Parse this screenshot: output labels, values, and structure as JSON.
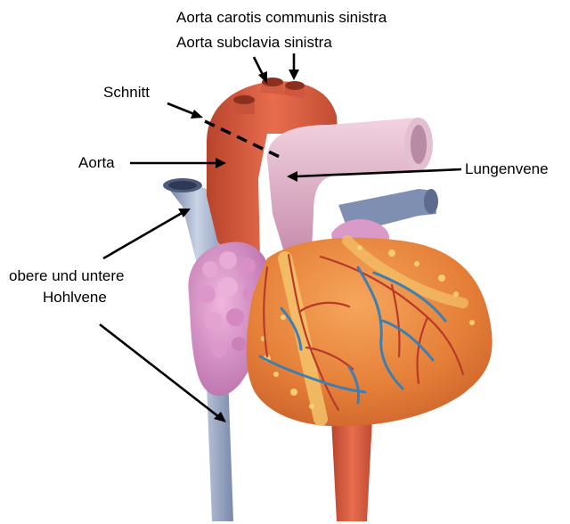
{
  "labels": {
    "carotis": "Aorta carotis communis sinistra",
    "subclavia": "Aorta subclavia sinistra",
    "schnitt": "Schnitt",
    "aorta": "Aorta",
    "lungenvene": "Lungenvene",
    "hohlvene_line1": "obere und untere",
    "hohlvene_line2": "Hohlvene"
  },
  "colors": {
    "aorta": "#d4573b",
    "heart_muscle": "#e9863e",
    "fat": "#f3c36a",
    "atrium": "#d991c8",
    "vein_blue": "#8e9fbf",
    "pulmonary": "#e7b9cf",
    "coronary_vein": "#3c7fb0",
    "coronary_artery": "#b83a2a"
  }
}
